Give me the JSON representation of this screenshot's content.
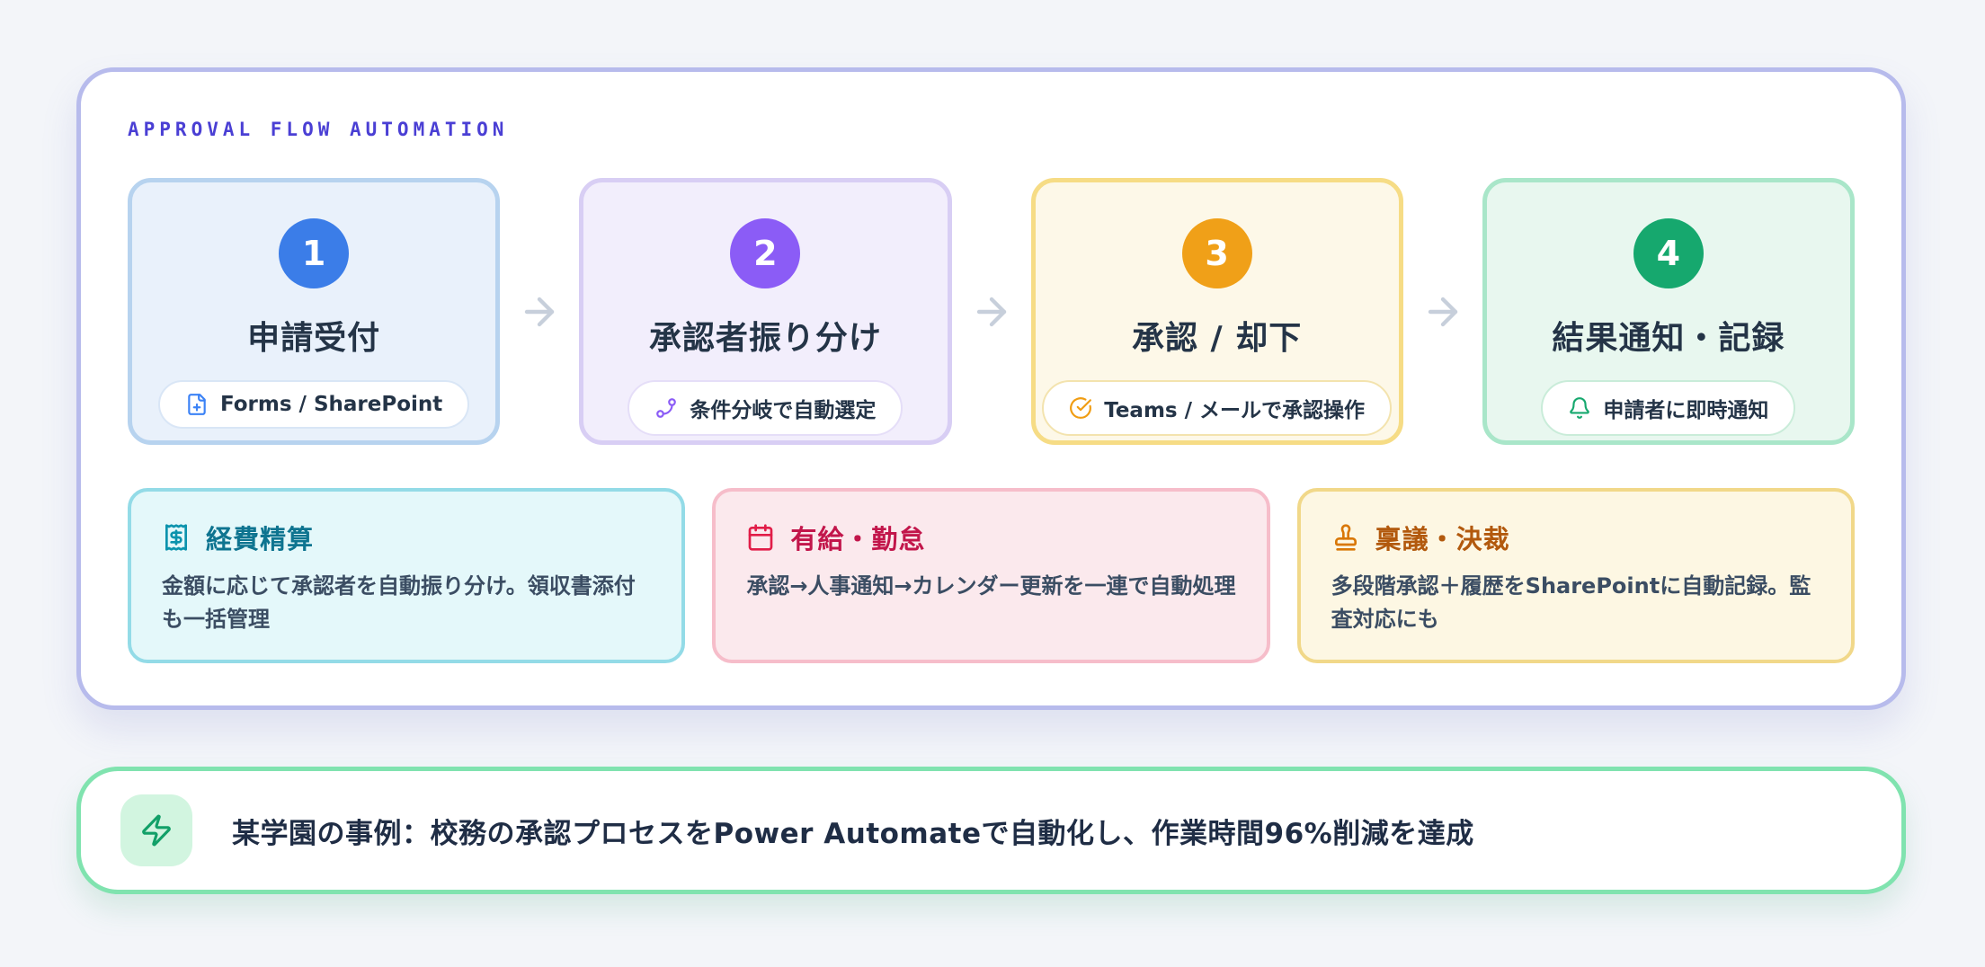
{
  "palette": {
    "page_background": "#f3f5f9",
    "panel_border": "#b7bbec",
    "eyebrow_color": "#4a3fd4",
    "arrow_color": "#c7cfdb",
    "banner_border": "#80e3af",
    "banner_chip_background": "#d2f5e0",
    "banner_icon_color": "#12a068",
    "step_accents": [
      "#3b7de8",
      "#8b5cf6",
      "#f0a018",
      "#16a86e"
    ],
    "usecase_accents": [
      "#0e7490",
      "#c2164b",
      "#b2590d"
    ]
  },
  "flow_panel": {
    "eyebrow": "APPROVAL FLOW AUTOMATION",
    "steps": [
      {
        "number": "1",
        "title": "申請受付",
        "pill_label": "Forms / SharePoint",
        "pill_icon": "file-plus-icon",
        "accent": "#3b7de8"
      },
      {
        "number": "2",
        "title": "承認者振り分け",
        "pill_label": "条件分岐で自動選定",
        "pill_icon": "git-branch-icon",
        "accent": "#8b5cf6"
      },
      {
        "number": "3",
        "title": "承認 / 却下",
        "pill_label": "Teams / メールで承認操作",
        "pill_icon": "circle-check-icon",
        "accent": "#f0a018"
      },
      {
        "number": "4",
        "title": "結果通知・記録",
        "pill_label": "申請者に即時通知",
        "pill_icon": "bell-icon",
        "accent": "#16a86e"
      }
    ],
    "use_cases": [
      {
        "title": "経費精算",
        "icon": "receipt-icon",
        "description": "金額に応じて承認者を自動振り分け。領収書添付も一括管理"
      },
      {
        "title": "有給・勤怠",
        "icon": "calendar-icon",
        "description": "承認→人事通知→カレンダー更新を一連で自動処理"
      },
      {
        "title": "稟議・決裁",
        "icon": "stamp-icon",
        "description": "多段階承認＋履歴をSharePointに自動記録。監査対応にも"
      }
    ]
  },
  "case_banner": {
    "icon": "zap-icon",
    "text": "某学園の事例：校務の承認プロセスをPower Automateで自動化し、作業時間96%削減を達成"
  }
}
